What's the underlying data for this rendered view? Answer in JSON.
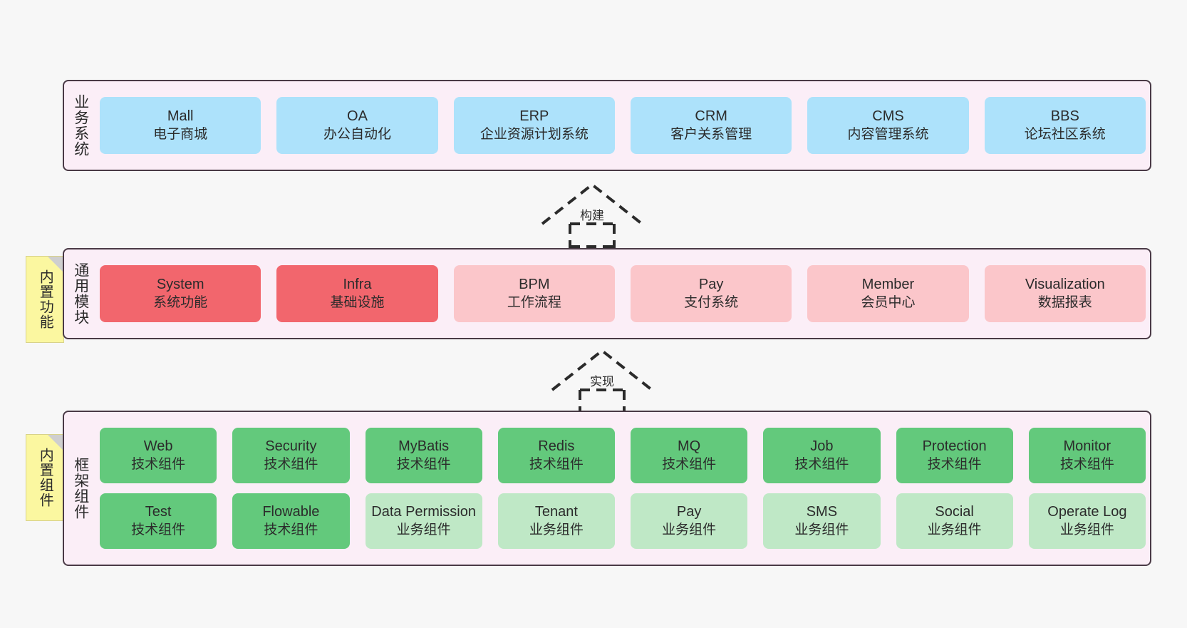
{
  "diagram": {
    "layers": [
      {
        "id": "business",
        "title": "业务系统",
        "rows": [
          [
            {
              "en": "Mall",
              "cn": "电子商城",
              "color": "#ade2fb"
            },
            {
              "en": "OA",
              "cn": "办公自动化",
              "color": "#ade2fb"
            },
            {
              "en": "ERP",
              "cn": "企业资源计划系统",
              "color": "#ade2fb"
            },
            {
              "en": "CRM",
              "cn": "客户关系管理",
              "color": "#ade2fb"
            },
            {
              "en": "CMS",
              "cn": "内容管理系统",
              "color": "#ade2fb"
            },
            {
              "en": "BBS",
              "cn": "论坛社区系统",
              "color": "#ade2fb"
            }
          ]
        ]
      },
      {
        "id": "modules",
        "title": "通用模块",
        "rows": [
          [
            {
              "en": "System",
              "cn": "系统功能",
              "color": "#f2666d"
            },
            {
              "en": "Infra",
              "cn": "基础设施",
              "color": "#f2666d"
            },
            {
              "en": "BPM",
              "cn": "工作流程",
              "color": "#fbc6ca"
            },
            {
              "en": "Pay",
              "cn": "支付系统",
              "color": "#fbc6ca"
            },
            {
              "en": "Member",
              "cn": "会员中心",
              "color": "#fbc6ca"
            },
            {
              "en": "Visualization",
              "cn": "数据报表",
              "color": "#fbc6ca"
            }
          ]
        ]
      },
      {
        "id": "framework",
        "title": "框架组件",
        "rows": [
          [
            {
              "en": "Web",
              "cn": "技术组件",
              "color": "#63c97c"
            },
            {
              "en": "Security",
              "cn": "技术组件",
              "color": "#63c97c"
            },
            {
              "en": "MyBatis",
              "cn": "技术组件",
              "color": "#63c97c"
            },
            {
              "en": "Redis",
              "cn": "技术组件",
              "color": "#63c97c"
            },
            {
              "en": "MQ",
              "cn": "技术组件",
              "color": "#63c97c"
            },
            {
              "en": "Job",
              "cn": "技术组件",
              "color": "#63c97c"
            },
            {
              "en": "Protection",
              "cn": "技术组件",
              "color": "#63c97c"
            },
            {
              "en": "Monitor",
              "cn": "技术组件",
              "color": "#63c97c"
            }
          ],
          [
            {
              "en": "Test",
              "cn": "技术组件",
              "color": "#63c97c"
            },
            {
              "en": "Flowable",
              "cn": "技术组件",
              "color": "#63c97c"
            },
            {
              "en": "Data Permission",
              "cn": "业务组件",
              "color": "#bfe8c6"
            },
            {
              "en": "Tenant",
              "cn": "业务组件",
              "color": "#bfe8c6"
            },
            {
              "en": "Pay",
              "cn": "业务组件",
              "color": "#bfe8c6"
            },
            {
              "en": "SMS",
              "cn": "业务组件",
              "color": "#bfe8c6"
            },
            {
              "en": "Social",
              "cn": "业务组件",
              "color": "#bfe8c6"
            },
            {
              "en": "Operate Log",
              "cn": "业务组件",
              "color": "#bfe8c6"
            }
          ]
        ]
      }
    ],
    "notes": [
      {
        "id": "builtin-func",
        "text": "内置功能"
      },
      {
        "id": "builtin-comp",
        "text": "内置组件"
      }
    ],
    "arrows": [
      {
        "id": "build",
        "label": "构建"
      },
      {
        "id": "impl",
        "label": "实现"
      }
    ],
    "colors": {
      "band_fill": "#fbeef7",
      "band_border": "#4a3a46",
      "business_card": "#ade2fb",
      "module_primary": "#f2666d",
      "module_secondary": "#fbc6ca",
      "tech_component": "#63c97c",
      "business_component": "#bfe8c6",
      "note_fill": "#fbf7a0",
      "background": "#f7f7f7"
    }
  }
}
